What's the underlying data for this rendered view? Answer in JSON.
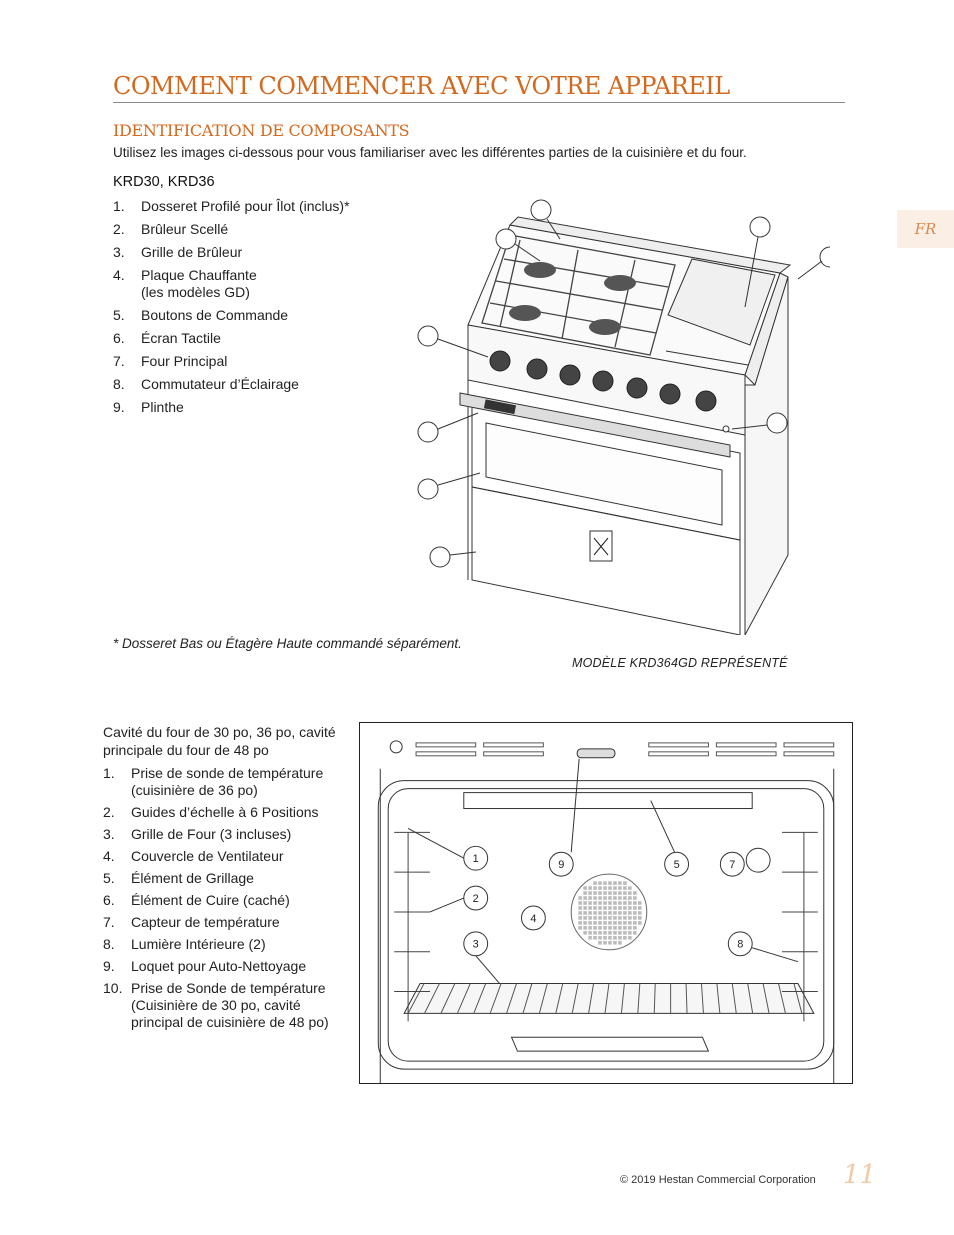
{
  "header": {
    "title": "COMMENT COMMENCER AVEC VOTRE APPAREIL",
    "section_title": "IDENTIFICATION DE COMPOSANTS",
    "intro": "Utilisez les images ci-dessous pour vous familiariser avec les différentes parties de la cuisinière et du four.",
    "subtitle": "KRD30, KRD36"
  },
  "language_tab": "FR",
  "range_parts": [
    {
      "num": "1.",
      "label": "Dosseret Profilé pour Îlot (inclus)*"
    },
    {
      "num": "2.",
      "label": "Brûleur Scellé"
    },
    {
      "num": "3.",
      "label": "Grille de Brûleur"
    },
    {
      "num": "4.",
      "label": "Plaque Chauffante\n(les modèles GD)"
    },
    {
      "num": "5.",
      "label": "Boutons de Commande"
    },
    {
      "num": "6.",
      "label": "Écran Tactile"
    },
    {
      "num": "7.",
      "label": "Four Principal"
    },
    {
      "num": "8.",
      "label": "Commutateur d’Éclairage"
    },
    {
      "num": "9.",
      "label": "Plinthe"
    }
  ],
  "footnote": "* Dosseret Bas ou Étagère Haute commandé séparément.",
  "figure_caption": "MODÈLE KRD364GD REPRÉSENTÉ",
  "oven_intro": "Cavité du four de 30 po, 36 po, cavité principale du four de 48 po",
  "oven_parts": [
    {
      "num": "1.",
      "label": "Prise de sonde de température\n(cuisinière  de 36 po)"
    },
    {
      "num": "2.",
      "label": "Guides d’échelle à 6 Positions"
    },
    {
      "num": "3.",
      "label": "Grille de Four (3 incluses)"
    },
    {
      "num": "4.",
      "label": "Couvercle de Ventilateur"
    },
    {
      "num": "5.",
      "label": "Élément de Grillage"
    },
    {
      "num": "6.",
      "label": "Élément de Cuire (caché)"
    },
    {
      "num": "7.",
      "label": "Capteur de température"
    },
    {
      "num": "8.",
      "label": "Lumière Intérieure (2)"
    },
    {
      "num": "9.",
      "label": "Loquet pour Auto-Nettoyage"
    },
    {
      "num": "10.",
      "label": "Prise de Sonde de température\n(Cuisinière de 30 po, cavité\nprincipal de cuisinière de 48 po)"
    }
  ],
  "oven_callouts": [
    "1",
    "2",
    "3",
    "4",
    "5",
    "7",
    "8",
    "9"
  ],
  "footer": {
    "copyright": "© 2019 Hestan Commercial Corporation",
    "page_number": "11"
  }
}
